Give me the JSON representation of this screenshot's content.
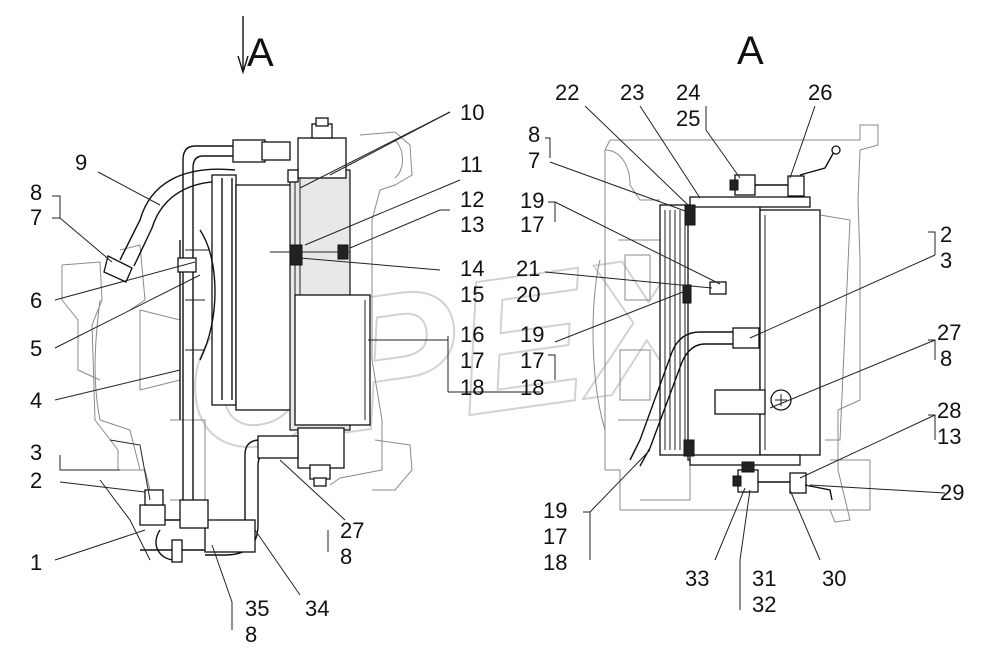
{
  "corner_mark": "",
  "view_a_left": "A",
  "view_a_right": "A",
  "watermark": "OPEX",
  "left_labels": [
    "1",
    "2",
    "3",
    "4",
    "5",
    "6",
    "7",
    "8",
    "9",
    "10",
    "11",
    "12",
    "13",
    "14",
    "15",
    "16",
    "17",
    "18",
    "27",
    "8",
    "35",
    "8",
    "34"
  ],
  "right_labels": [
    "22",
    "23",
    "24",
    "25",
    "26",
    "8",
    "7",
    "19",
    "17",
    "21",
    "20",
    "19",
    "17",
    "18",
    "2",
    "3",
    "27",
    "8",
    "28",
    "13",
    "29",
    "19",
    "17",
    "18",
    "33",
    "31",
    "32",
    "30"
  ]
}
